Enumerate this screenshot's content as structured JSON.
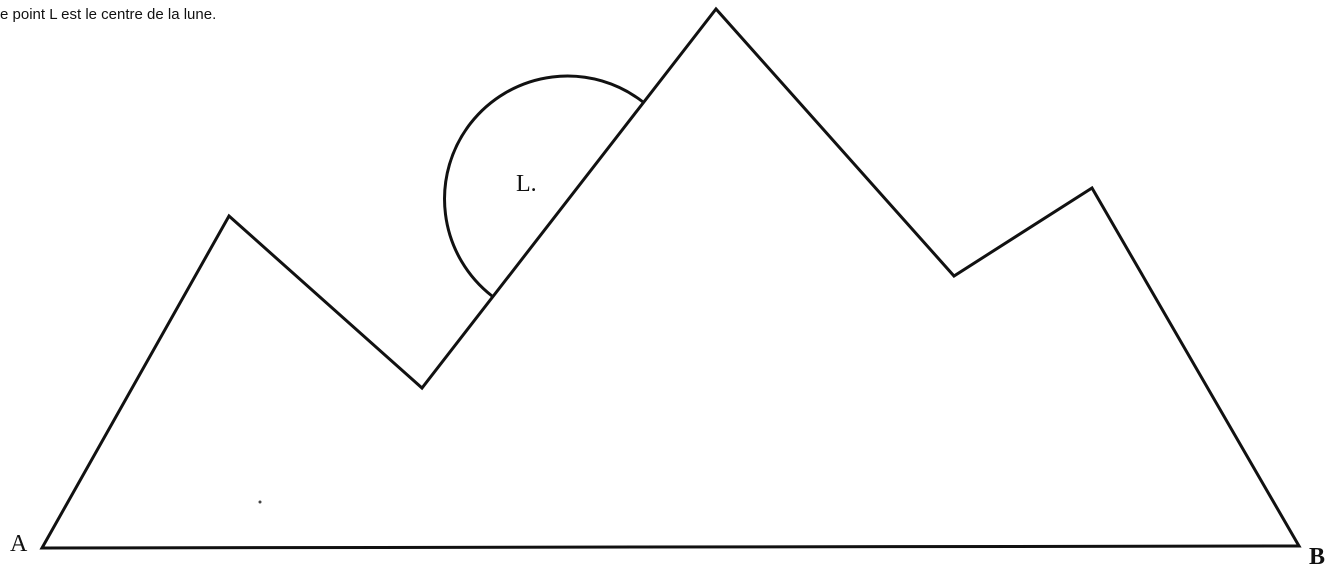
{
  "caption": "e point L est le centre de la lune.",
  "labels": {
    "point_a": "A",
    "point_b": "B",
    "center_l": "L."
  },
  "colors": {
    "stroke": "#111111",
    "background": "#ffffff"
  }
}
